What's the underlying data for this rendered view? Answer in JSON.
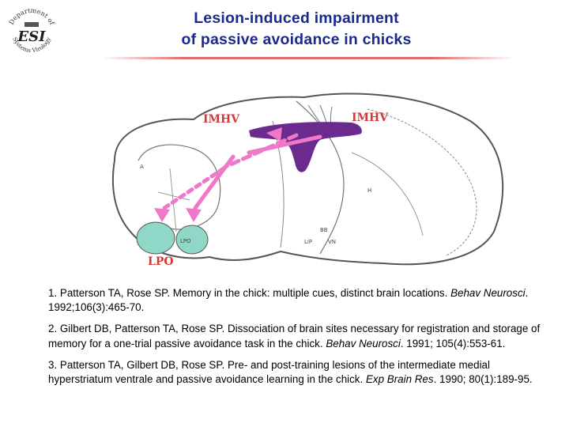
{
  "logo": {
    "top_text": "Department of",
    "center_text": "ESI",
    "bottom_text": "Systems Virology"
  },
  "slide": {
    "title_line1": "Lesion-induced impairment",
    "title_line2": "of passive avoidance in chicks"
  },
  "figure": {
    "labels": {
      "imhv": "IMHV",
      "imhv_right": "IMHV",
      "lpo": "LPO",
      "small_lpo": "LPO",
      "small_vn": "VN",
      "small_bb": "BB",
      "small_a": "A",
      "small_h": "H",
      "small_lip": "LiP"
    },
    "colors": {
      "imhv_region": "#6a2a8e",
      "pathway_arrow": "#f078c8",
      "lpo_region": "#8fd8c8",
      "outline": "#555555"
    }
  },
  "references": [
    {
      "pre": "1. Patterson TA, Rose SP. Memory in the chick: multiple cues, distinct brain locations.",
      "journal": "Behav Neurosci",
      "post": ". 1992;106(3):465-70."
    },
    {
      "pre": "2. Gilbert DB, Patterson TA, Rose SP. Dissociation of brain sites necessary for registration and storage of memory for a one-trial passive avoidance task in the chick.",
      "journal": "Behav Neurosci",
      "post": ". 1991; 105(4):553-61."
    },
    {
      "pre": "3. Patterson TA, Gilbert DB, Rose SP. Pre- and post-training lesions of the intermediate medial hyperstriatum ventrale and passive avoidance learning in the chick.",
      "journal": "Exp Brain Res",
      "post": ". 1990; 80(1):189-95."
    }
  ]
}
